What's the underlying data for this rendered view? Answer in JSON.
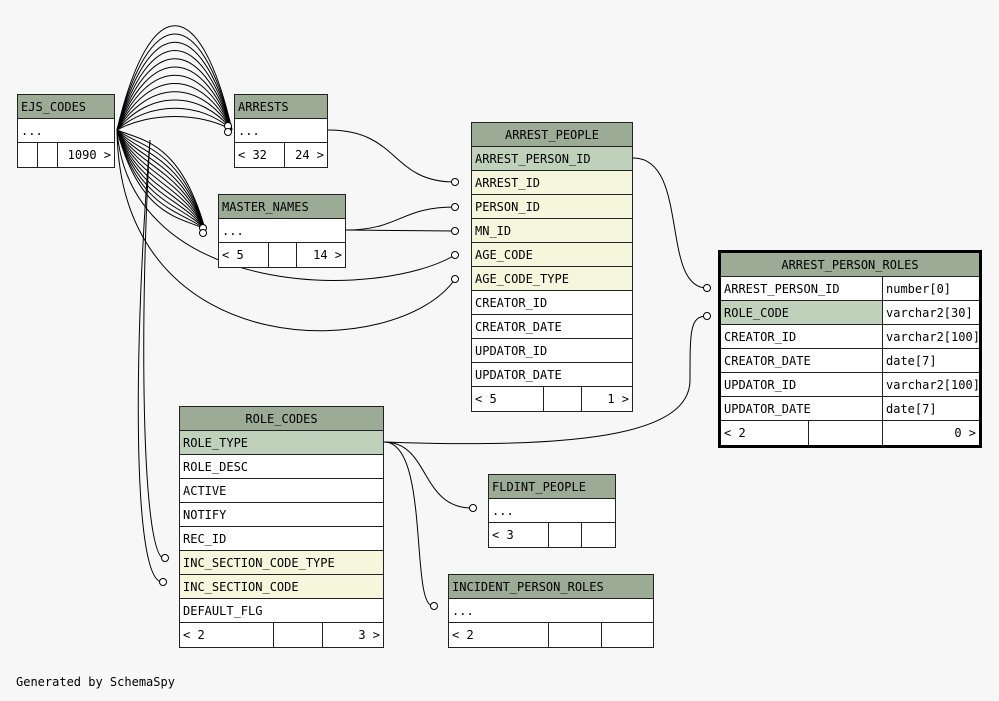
{
  "tables": {
    "ejs_codes": {
      "name": "EJS_CODES",
      "columns": [
        "..."
      ],
      "stats": [
        "",
        "",
        "1090 >"
      ]
    },
    "arrests": {
      "name": "ARRESTS",
      "columns": [
        "..."
      ],
      "stats": [
        "< 32",
        "24 >"
      ]
    },
    "master_names": {
      "name": "MASTER_NAMES",
      "columns": [
        "..."
      ],
      "stats": [
        "< 5",
        "",
        "14 >"
      ]
    },
    "arrest_people": {
      "name": "ARREST_PEOPLE",
      "columns": [
        "ARREST_PERSON_ID",
        "ARREST_ID",
        "PERSON_ID",
        "MN_ID",
        "AGE_CODE",
        "AGE_CODE_TYPE",
        "CREATOR_ID",
        "CREATOR_DATE",
        "UPDATOR_ID",
        "UPDATOR_DATE"
      ],
      "stats": [
        "< 5",
        "",
        "1 >"
      ]
    },
    "arrest_person_roles": {
      "name": "ARREST_PERSON_ROLES",
      "columns": [
        {
          "name": "ARREST_PERSON_ID",
          "type": "number[0]"
        },
        {
          "name": "ROLE_CODE",
          "type": "varchar2[30]"
        },
        {
          "name": "CREATOR_ID",
          "type": "varchar2[100]"
        },
        {
          "name": "CREATOR_DATE",
          "type": "date[7]"
        },
        {
          "name": "UPDATOR_ID",
          "type": "varchar2[100]"
        },
        {
          "name": "UPDATOR_DATE",
          "type": "date[7]"
        }
      ],
      "stats": [
        "< 2",
        "",
        "0 >"
      ]
    },
    "role_codes": {
      "name": "ROLE_CODES",
      "columns": [
        "ROLE_TYPE",
        "ROLE_DESC",
        "ACTIVE",
        "NOTIFY",
        "REC_ID",
        "INC_SECTION_CODE_TYPE",
        "INC_SECTION_CODE",
        "DEFAULT_FLG"
      ],
      "stats": [
        "< 2",
        "",
        "3 >"
      ]
    },
    "fldint_people": {
      "name": "FLDINT_PEOPLE",
      "columns": [
        "..."
      ],
      "stats": [
        "< 3",
        "",
        ""
      ]
    },
    "incident_person_roles": {
      "name": "INCIDENT_PERSON_ROLES",
      "columns": [
        "..."
      ],
      "stats": [
        "< 2",
        "",
        ""
      ]
    }
  },
  "colors": {
    "header": "#9bab96",
    "primary_key": "#bfd1bb",
    "foreign_key": "#f4f7dc",
    "background": "#f7f7f7"
  },
  "footer": "Generated by SchemaSpy"
}
